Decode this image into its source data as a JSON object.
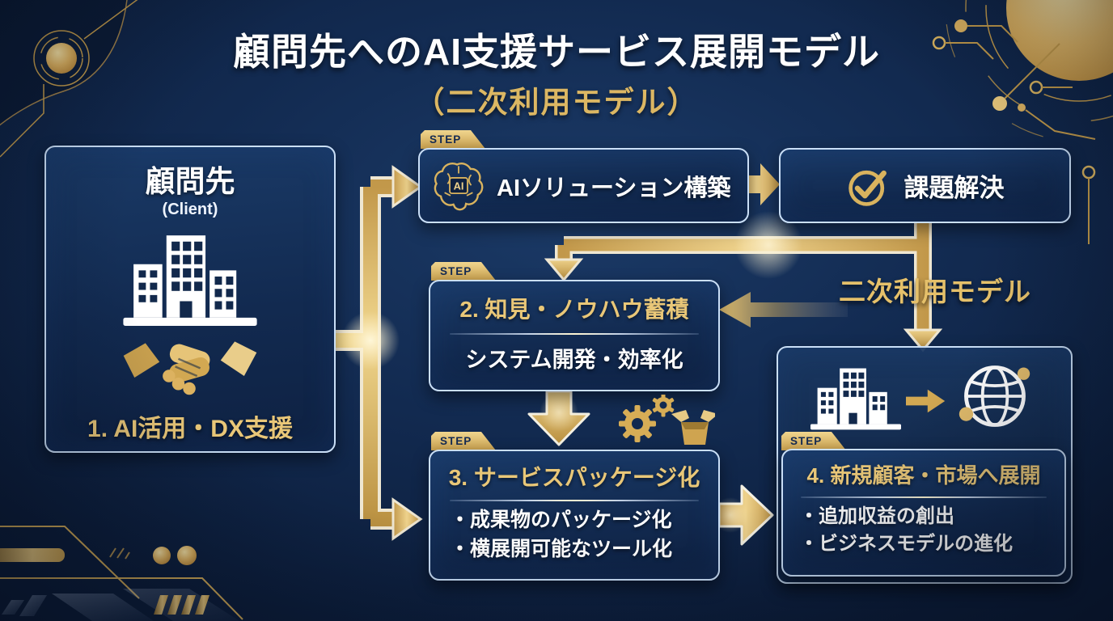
{
  "title": "顧問先へのAI支援サービス展開モデル",
  "subtitle": "（二次利用モデル）",
  "step_tab_label": "STEP",
  "client_box": {
    "title": "顧問先",
    "subtitle": "(Client)",
    "caption": "1. AI活用・DX支援"
  },
  "flow": {
    "ai_box_label": "AIソリューション構築",
    "solve_box_label": "課題解決",
    "box2_title": "2. 知見・ノウハウ蓄積",
    "box2_body": "システム開発・効率化",
    "secondary_model_label": "二次利用モデル",
    "box3_title": "3. サービスパッケージ化",
    "box3_bullets": [
      "・成果物のパッケージ化",
      "・横展開可能なツール化"
    ],
    "box4_title": "4. 新規顧客・市場へ展開",
    "box4_bullets": [
      "・追加収益の創出",
      "・ビジネスモデルの進化"
    ]
  },
  "icons": {
    "ai_brain": "ai-brain-icon",
    "check_circle": "check-circle-icon",
    "buildings": "buildings-icon",
    "handshake": "handshake-icon",
    "gears_package": "gears-package-icon",
    "globe": "globe-icon",
    "flow_arrows": "gold-arrow-icons"
  },
  "colors": {
    "background_navy": "#122a50",
    "panel_navy": "#16335e",
    "border_light_blue": "#cadff7",
    "gold": "#d9b35e",
    "gold_bright": "#f0d58e",
    "text_white": "#ffffff"
  }
}
